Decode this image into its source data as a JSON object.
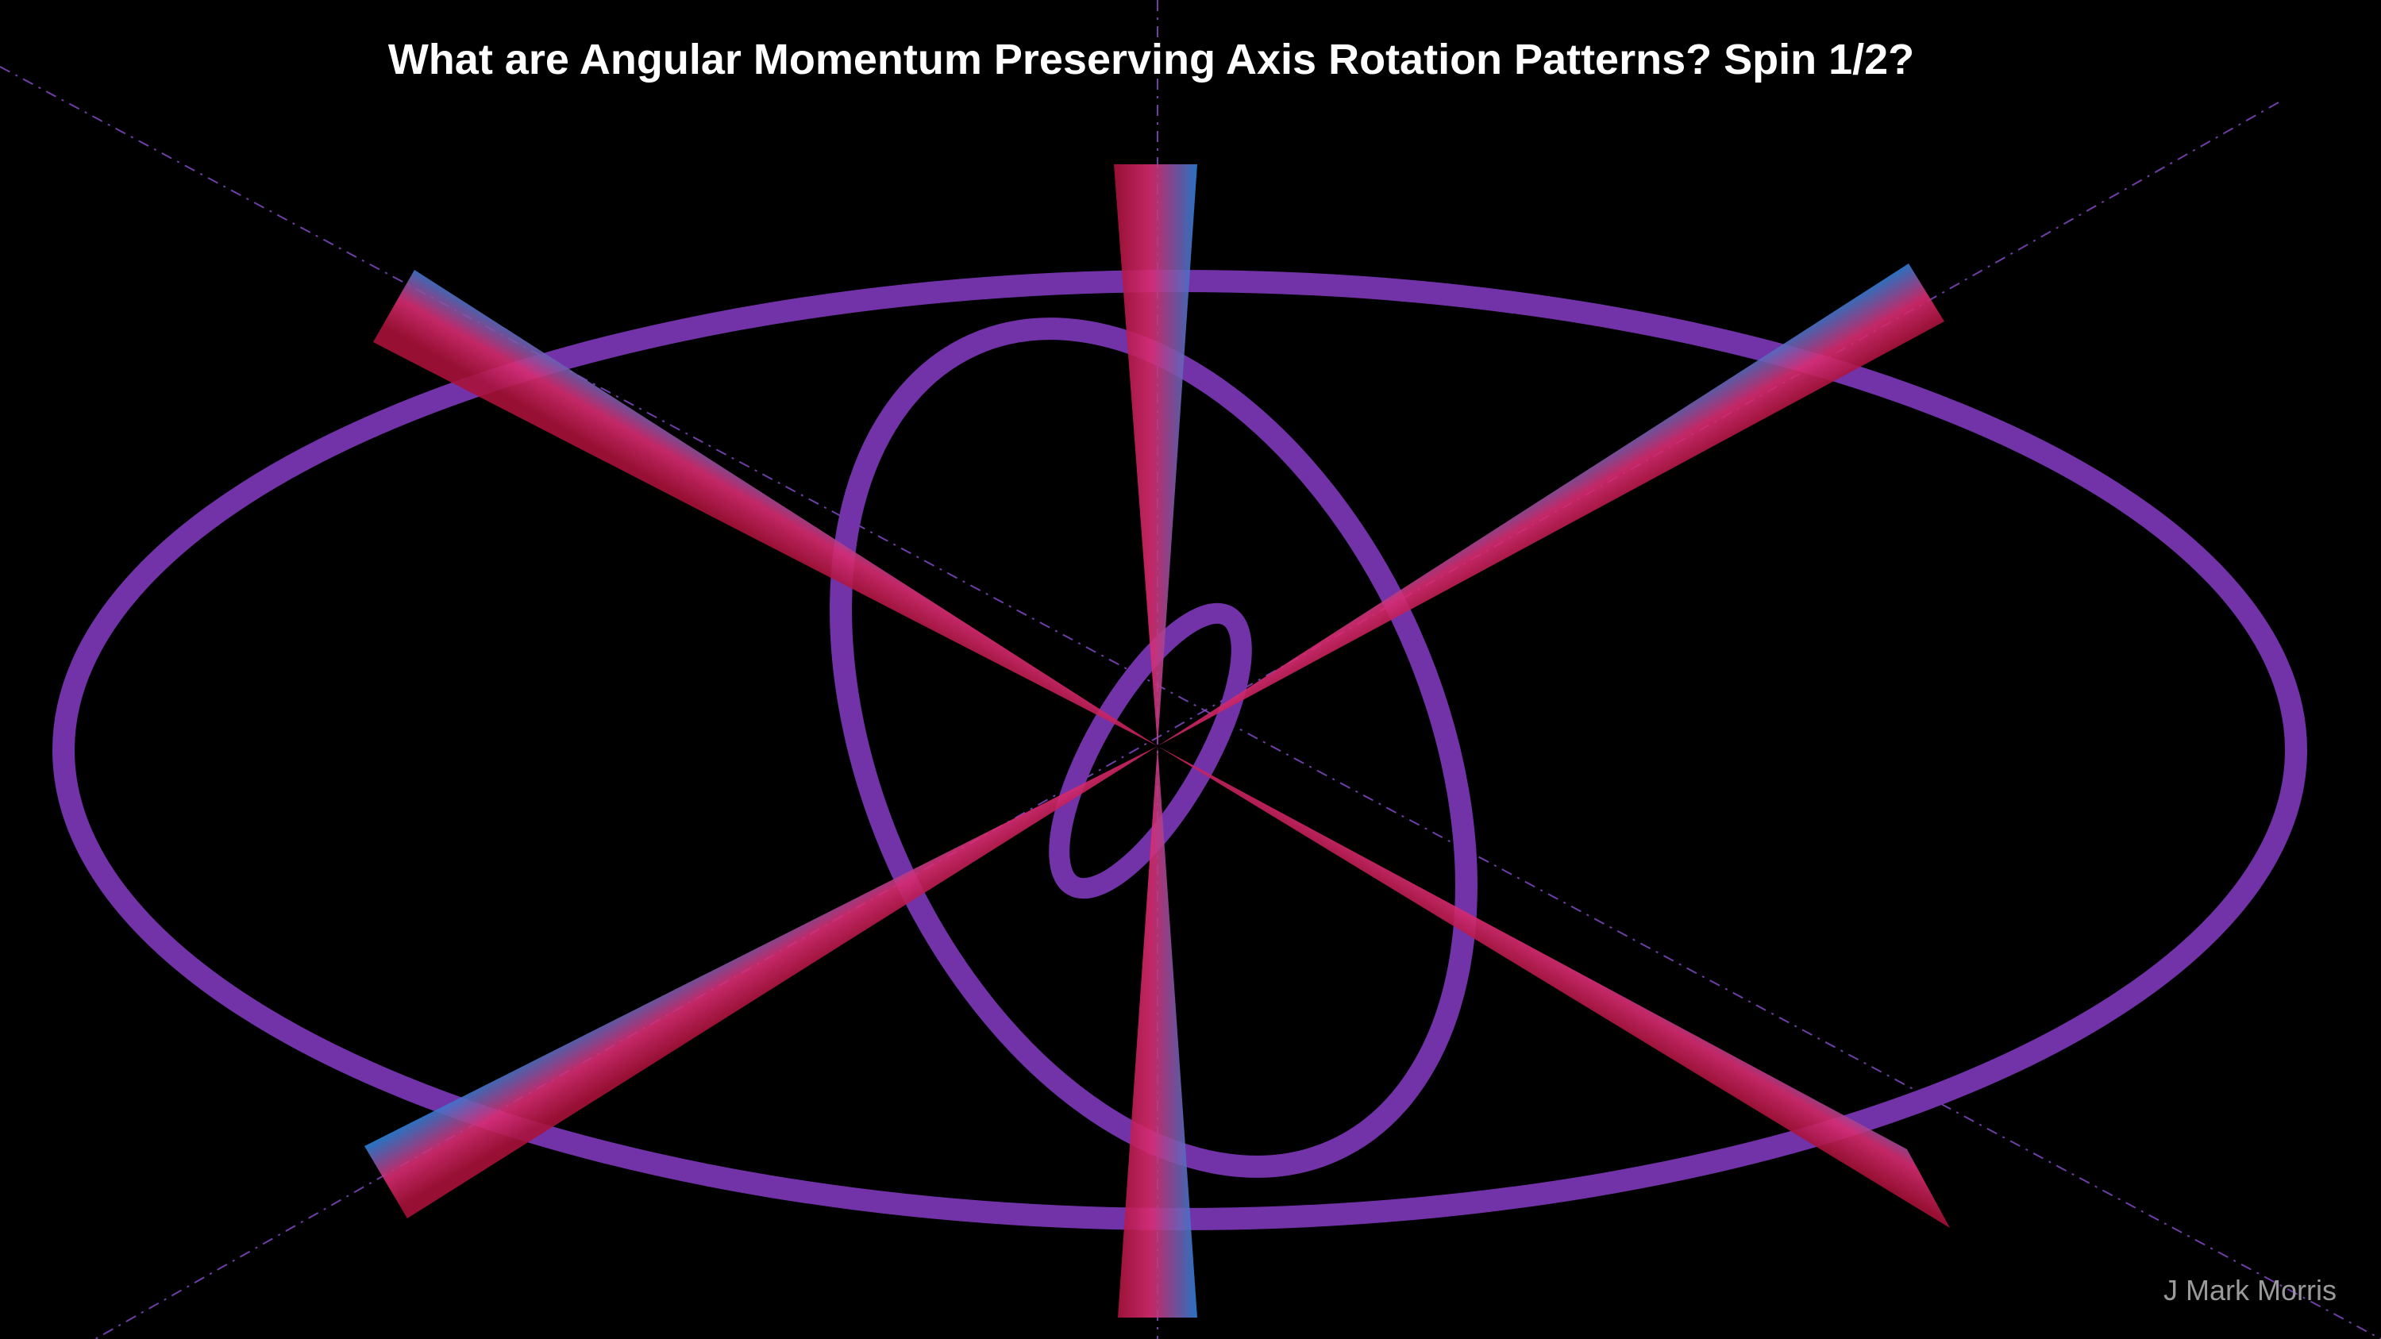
{
  "title": "What are Angular Momentum Preserving Axis Rotation Patterns? Spin 1/2?",
  "author": "J Mark Morris",
  "colors": {
    "background": "#000000",
    "ellipse": "#7233a9",
    "guide_line": "#8a4fd0",
    "beam_red": "#a8123a",
    "beam_pink": "#e0307a",
    "beam_blue": "#2c7fd6",
    "title_text": "#ffffff",
    "author_text": "#9a9a9a"
  },
  "diagram": {
    "ellipses": [
      "outer-ellipse",
      "middle-tilted-ellipse",
      "inner-tilted-ellipse"
    ],
    "axis_beams": [
      "vertical-axis-beam",
      "upper-left-to-lower-right-axis-beam",
      "lower-left-to-upper-right-axis-beam"
    ],
    "guide_lines": [
      "vertical-guide-line",
      "diagonal-guide-line-a",
      "diagonal-guide-line-b"
    ]
  }
}
